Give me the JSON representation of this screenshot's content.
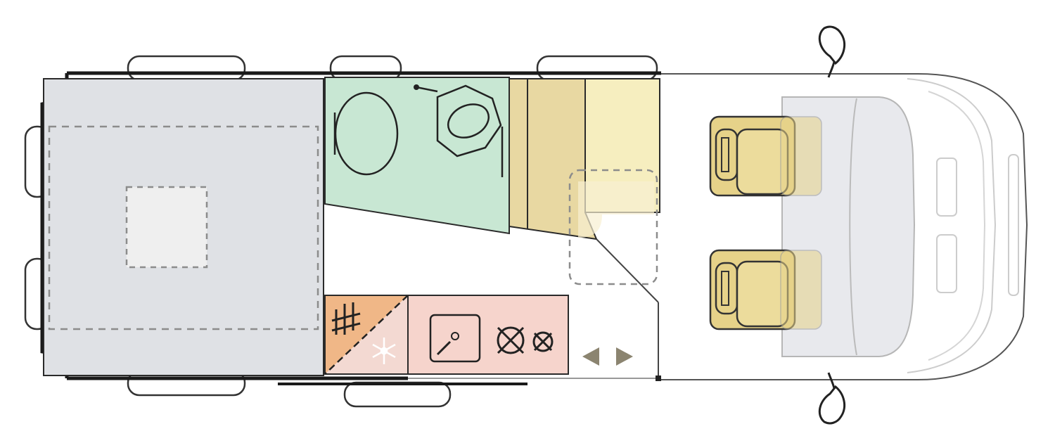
{
  "diagram": {
    "type": "motorhome-floor-plan",
    "orientation": "rear-left-cab-right",
    "zones": [
      {
        "id": "rear-bed",
        "fill": "#dfe1e5"
      },
      {
        "id": "washroom",
        "fill": "#c8e7d3"
      },
      {
        "id": "wardrobe",
        "fill": "#e8d8a2"
      },
      {
        "id": "wardrobe-light",
        "fill": "#f6eebf"
      },
      {
        "id": "fridge",
        "fill": "#f3d9d2"
      },
      {
        "id": "heater",
        "fill": "#f0b787"
      },
      {
        "id": "kitchen-worktop",
        "fill": "#f6d4cc"
      },
      {
        "id": "cab-seats",
        "fill": "#e6d289"
      }
    ],
    "icons": [
      "shower-icon",
      "toilet-icon",
      "washbasin-icon",
      "sink-icon",
      "gas-burner-icon",
      "snowflake-icon",
      "heater-icon",
      "sliding-door-arrows-icon",
      "mirror-icon"
    ],
    "colors": {
      "outline": "#1a1a1a",
      "dashed": "#8c8c8c",
      "arrow": "#8b8470"
    }
  }
}
